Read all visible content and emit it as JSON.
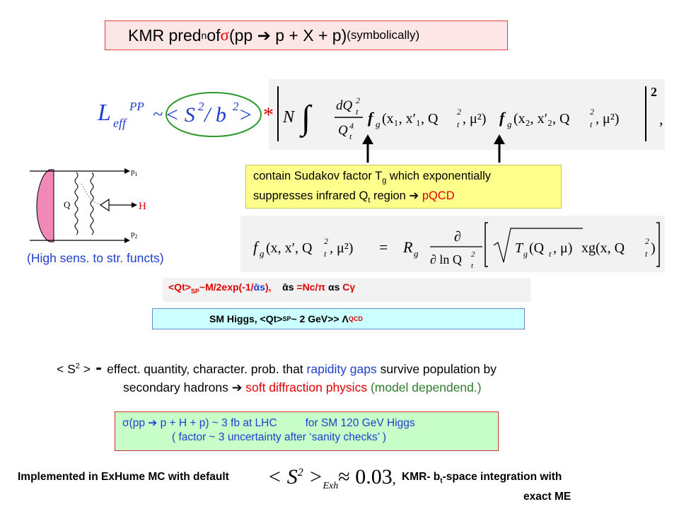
{
  "title": {
    "prefix": "KMR pred",
    "sup": "n",
    "mid": " of ",
    "sigma": "σ",
    "process": "(pp ➔ p + X + p)",
    "suffix": " (symbolically)"
  },
  "lumi_formula": {
    "L": "L",
    "eff": "eff",
    "pp": "PP",
    "tilde": "~",
    "bracket": "< S",
    "two": "2",
    "slash": " / b",
    "two_b": "2",
    "close": " >",
    "star": "*",
    "N": "N",
    "dQt2": "dQ",
    "t": "t",
    "two_q": "2",
    "Qt4": "Q",
    "four": "4",
    "fg1": "f",
    "g": "g",
    "args1": "(x₁, x′₁, Q",
    "args1_t": "t",
    "args1_2": "2",
    "args1_end": ", μ²)",
    "fg2": "f",
    "args2": "(x₂, x′₂, Q",
    "args2_end": ", μ²)",
    "abs_pow": "2",
    "comma": ","
  },
  "yellow_box": {
    "line1a": "contain Sudakov factor T",
    "line1_sub": "g",
    "line1b": " which exponentially",
    "line2a": "suppresses infrared Q",
    "line2_sub": "t",
    "line2b": " region ➔ ",
    "line2_red": "pQCD"
  },
  "diagram": {
    "p1": "p",
    "p1_sub": "1",
    "p2": "p",
    "p2_sub": "2",
    "Q": "Q",
    "H": "H"
  },
  "high_sens": "(High  sens. to str. functs)",
  "fg_formula": {
    "lhs": "f",
    "lhs_sub": "g",
    "lhs_args": "(x, x′, Q",
    "lhs_t": "t",
    "lhs_2": "2",
    "lhs_end": ", μ²)",
    "eq": "=",
    "R": "R",
    "R_sub": "g",
    "partial": "∂",
    "denom": "∂ ln Q",
    "denom_t": "t",
    "denom_2": "2",
    "sqrt_in": "T",
    "sqrt_sub": "g",
    "sqrt_args": "(Q",
    "sqrt_t": "t",
    "sqrt_end": ", μ)",
    "xg": " xg(x, Q",
    "xg_t": "t",
    "xg_2": "2",
    "xg_end": ")"
  },
  "qt_line": {
    "qt": "<Qt>",
    "sp": "SP",
    "mid": "~M/2exp(-1/",
    "alpha_s": "ᾱs",
    "end": "),",
    "alpha_def": "ᾱs",
    "def": " =Nc/π ",
    "alpha": "αs",
    "c_gamma": " Cγ"
  },
  "sm_box": {
    "text": "SM Higgs,   <Qt>",
    "sp": "SP",
    "mid": "  ~ 2 GeV>> Λ",
    "qcd": "QCD"
  },
  "s2_para": {
    "s2": "< S",
    "s2_sup": "2",
    "s2_close": " >",
    "dash": "  -  ",
    "line1a": "effect. quantity,  character.  prob. that  ",
    "line1_blue": "rapidity gaps",
    "line1b": " survive population  by",
    "line2a": "secondary hadrons ➔ ",
    "line2_red": "soft diffraction physics",
    "line2_green": " (model dependend.)"
  },
  "green_box": {
    "line1a": "σ(pp  ➔  p + H + p) ~ 3 fb at LHC",
    "line1b": "for SM 120 GeV Higgs",
    "line2": "( factor ~ 3 uncertainty after ‘sanity checks’ )"
  },
  "bottom": {
    "implemented": "Implemented  in ExHume MC with default",
    "s2": "< S",
    "s2_sup": "2",
    "s2_close": " >",
    "exh": "Exh",
    "approx": "≈ 0.03",
    "comma": ",",
    "kmr_line1": "KMR- b",
    "kmr_t": "t",
    "kmr_line1b": "-space integration with",
    "kmr_line2": "exact ME"
  },
  "colors": {
    "red": "#e00000",
    "blue": "#1f3fd0",
    "green": "#2d7d2d",
    "yellow_box": "#ffff8c",
    "green_box": "#c8ffc8",
    "cyan_box": "#ccffff",
    "pink": "#f088b8"
  }
}
